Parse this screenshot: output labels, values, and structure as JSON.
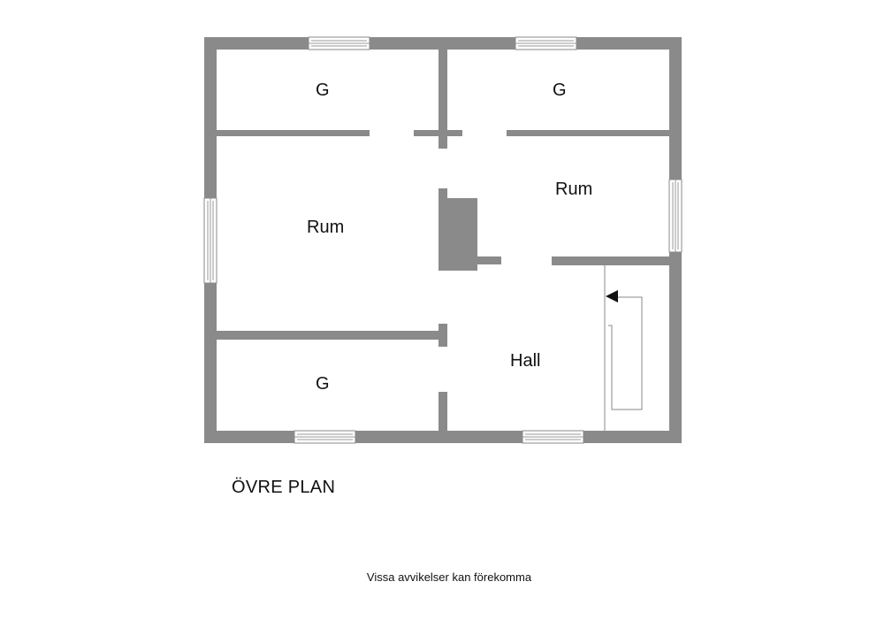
{
  "plan": {
    "title": "ÖVRE PLAN",
    "disclaimer": "Vissa avvikelser kan förekomma",
    "colors": {
      "wall": "#8a8a8a",
      "text": "#111111",
      "background": "#ffffff"
    },
    "rooms": [
      {
        "id": "g-top-left",
        "label": "G"
      },
      {
        "id": "g-top-right",
        "label": "G"
      },
      {
        "id": "rum-left",
        "label": "Rum"
      },
      {
        "id": "rum-right",
        "label": "Rum"
      },
      {
        "id": "hall",
        "label": "Hall"
      },
      {
        "id": "g-bottom-left",
        "label": "G"
      }
    ],
    "icons": {
      "stair_arrow": "triangle-left-icon"
    }
  }
}
